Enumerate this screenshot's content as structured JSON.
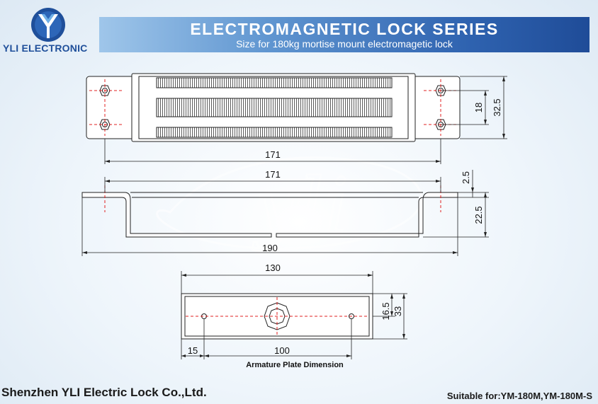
{
  "logo": {
    "text": "YLI ELECTRONIC",
    "colors": {
      "primary": "#1f4f9a",
      "accent": "#6fb0e8"
    }
  },
  "banner": {
    "title": "ELECTROMAGNETIC LOCK SERIES",
    "subtitle": "Size for 180kg mortise mount  electromagetic lock",
    "colors": {
      "start": "#9fc6ea",
      "end": "#1f4c98"
    }
  },
  "watermark": {
    "text": "yli"
  },
  "top_view": {
    "dim_length": "171",
    "dim_hole_spacing": "18",
    "dim_width": "32.5"
  },
  "side_view": {
    "dim_length_inner": "171",
    "dim_length_total": "190",
    "dim_flange_thickness": "2.5",
    "dim_height": "22.5"
  },
  "armature_plate": {
    "dim_length": "130",
    "dim_half_width": "16.5",
    "dim_width": "33",
    "dim_edge_offset": "15",
    "dim_hole_spacing": "100",
    "caption": "Armature Plate Dimension"
  },
  "footer": {
    "company": "Shenzhen YLI Electric Lock Co.,Ltd.",
    "suitable_for": "Suitable for:YM-180M,YM-180M-S"
  }
}
